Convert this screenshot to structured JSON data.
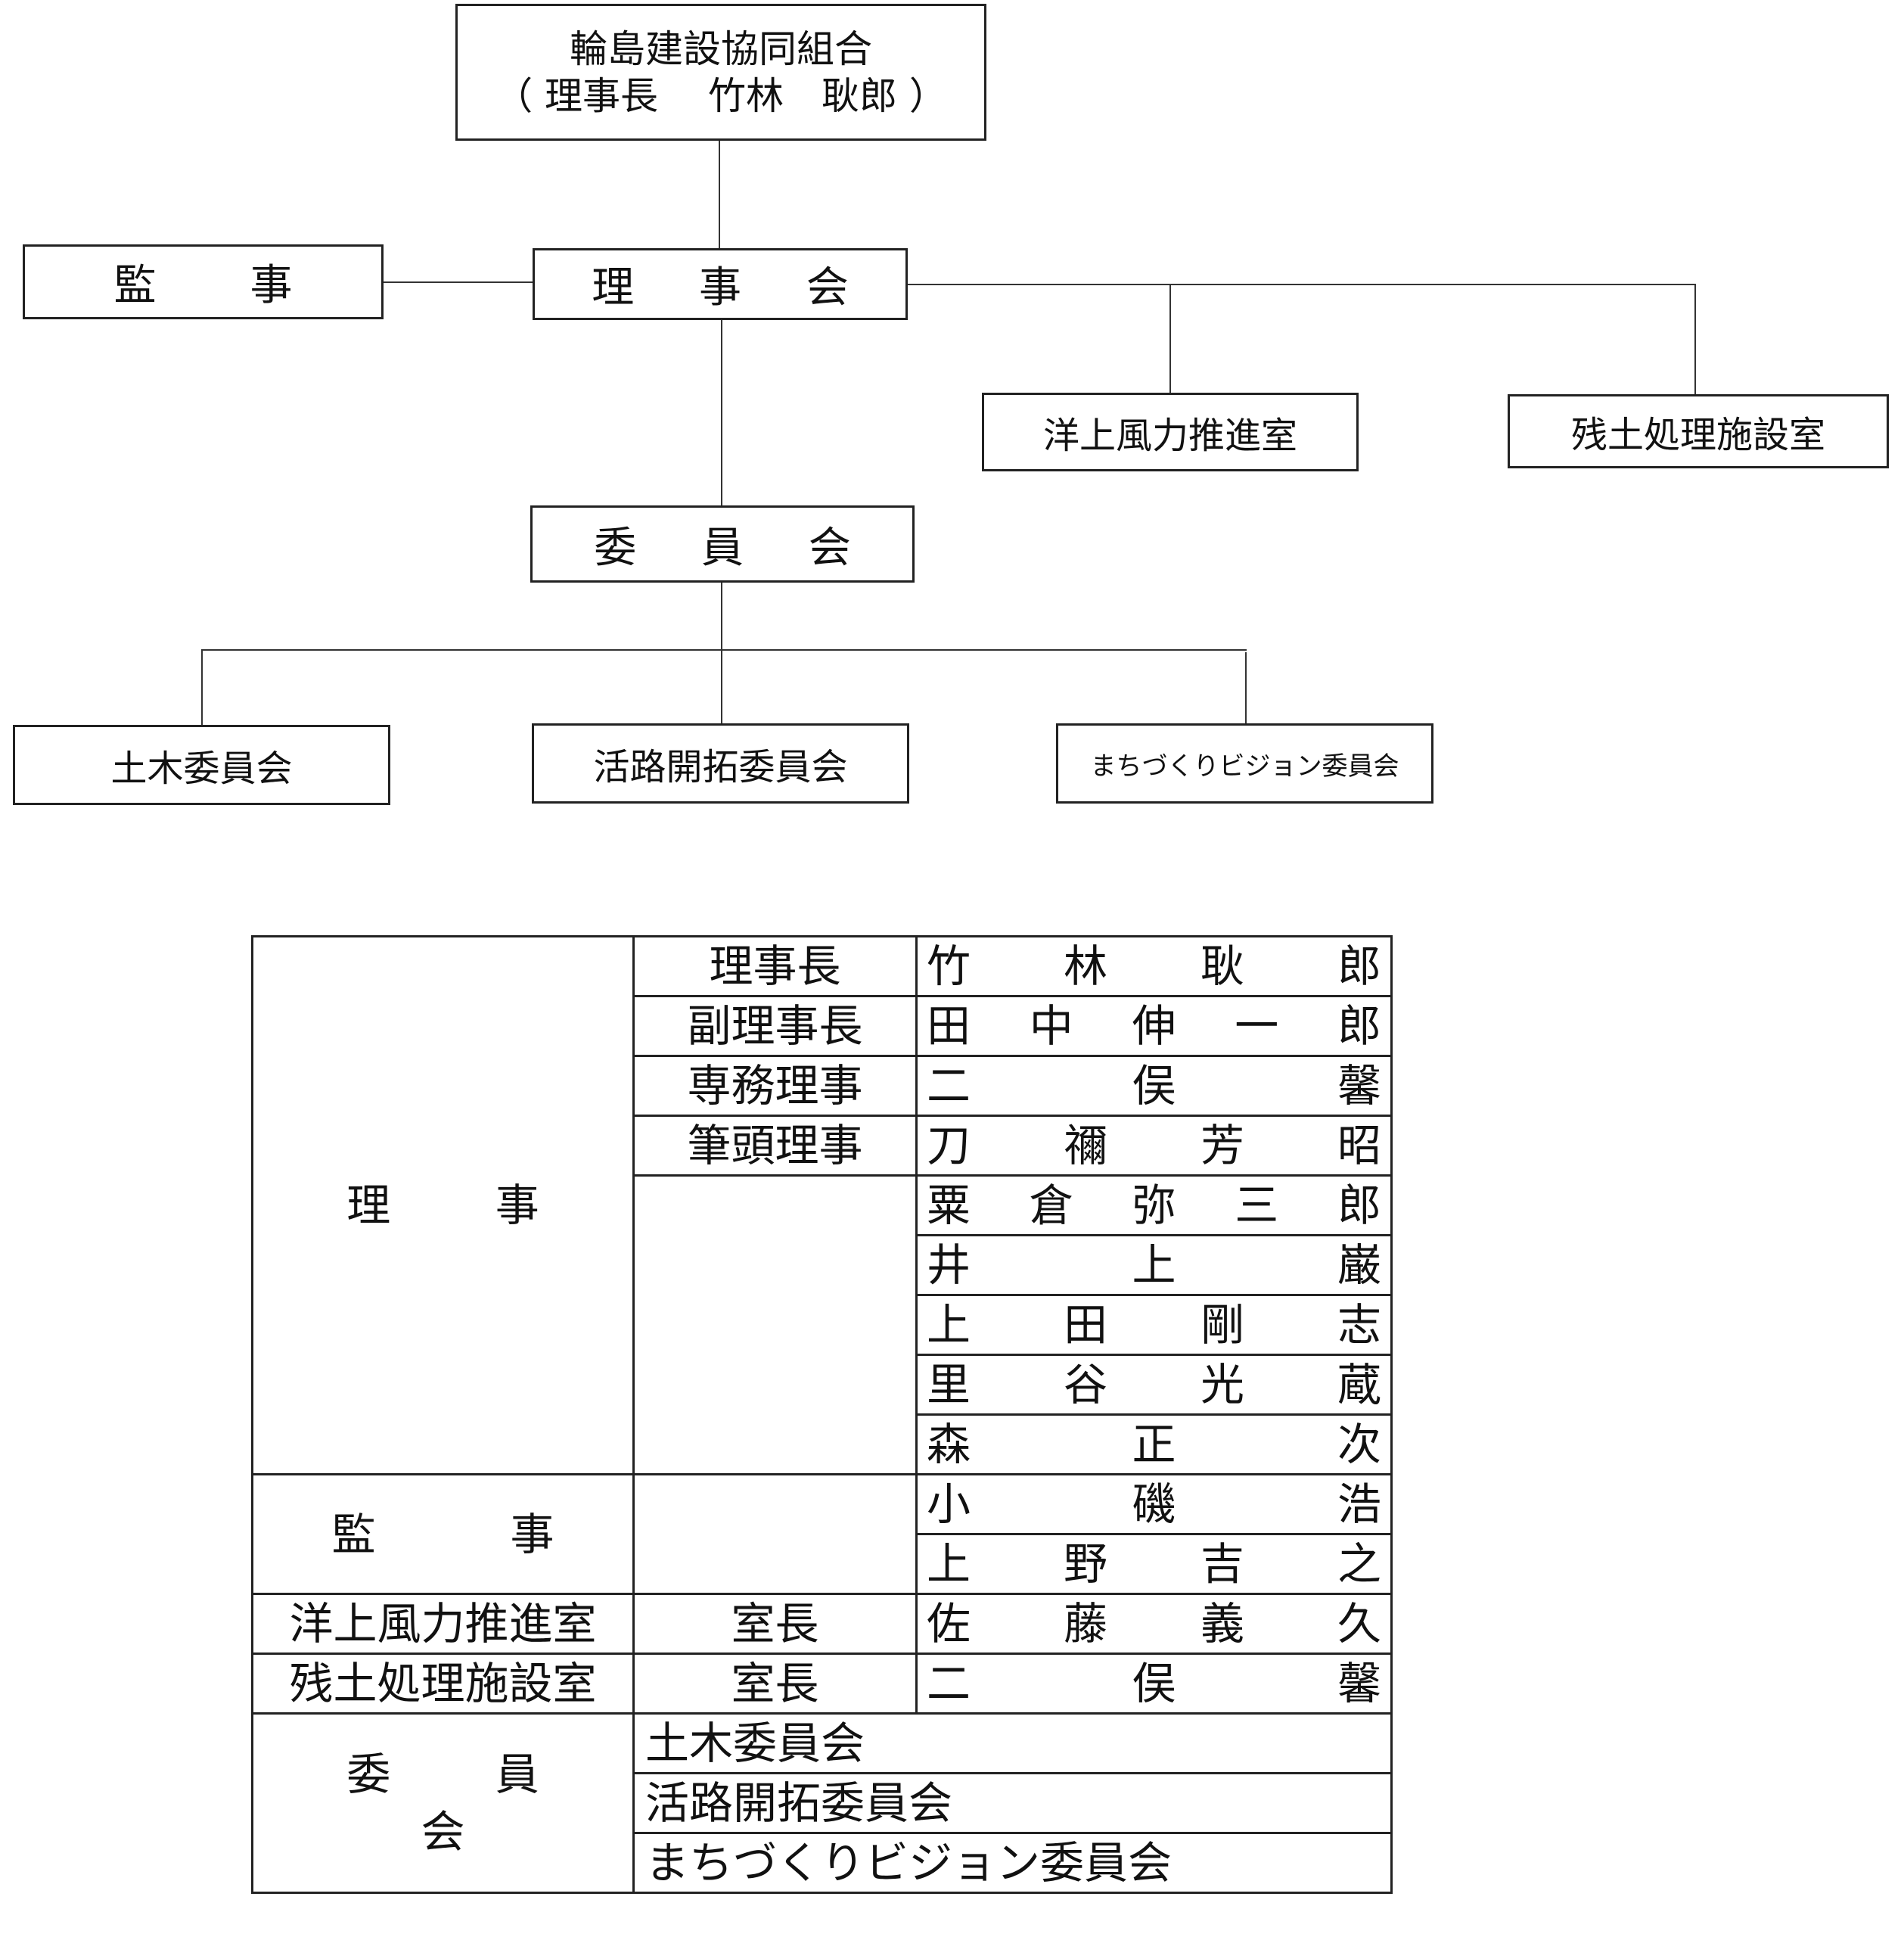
{
  "chart": {
    "root_line1": "輪島建設協同組合",
    "root_line2": "（ 理事長　 竹林　耿郎 ）",
    "auditor": "監　事",
    "board": "理 事 会",
    "wind_office": "洋上風力推進室",
    "soil_office": "残土処理施設室",
    "committee": "委 員 会",
    "sub_committees": [
      "土木委員会",
      "活路開拓委員会",
      "まちづくりビジョン委員会"
    ]
  },
  "roster": {
    "directors_label": "理 事",
    "auditors_label": "監　事",
    "wind_label": "洋上風力推進室",
    "soil_label": "残土処理施設室",
    "committee_label": "委 員 会",
    "roles": {
      "chairman": "理事長",
      "vice": "副理事長",
      "managing": "専務理事",
      "senior": "筆頭理事",
      "room_chief": "室長"
    },
    "names": {
      "chairman": [
        "竹",
        "林",
        "耿",
        "郎"
      ],
      "vice": [
        "田",
        "中",
        "伸",
        "一",
        "郎"
      ],
      "managing": [
        "二",
        "俣",
        "馨"
      ],
      "senior": [
        "刀",
        "禰",
        "芳",
        "昭"
      ],
      "d5": [
        "粟",
        "倉",
        "弥",
        "三",
        "郎"
      ],
      "d6": [
        "井",
        "上",
        "巌"
      ],
      "d7": [
        "上",
        "田",
        "剛",
        "志"
      ],
      "d8": [
        "里",
        "谷",
        "光",
        "蔵"
      ],
      "d9": [
        "森",
        "正",
        "次"
      ],
      "a1": [
        "小",
        "磯",
        "浩"
      ],
      "a2": [
        "上",
        "野",
        "吉",
        "之"
      ],
      "wind_chief": [
        "佐",
        "藤",
        "義",
        "久"
      ],
      "soil_chief": [
        "二",
        "俣",
        "馨"
      ]
    },
    "committees": [
      "土木委員会",
      "活路開拓委員会",
      "まちづくりビジョン委員会"
    ]
  }
}
